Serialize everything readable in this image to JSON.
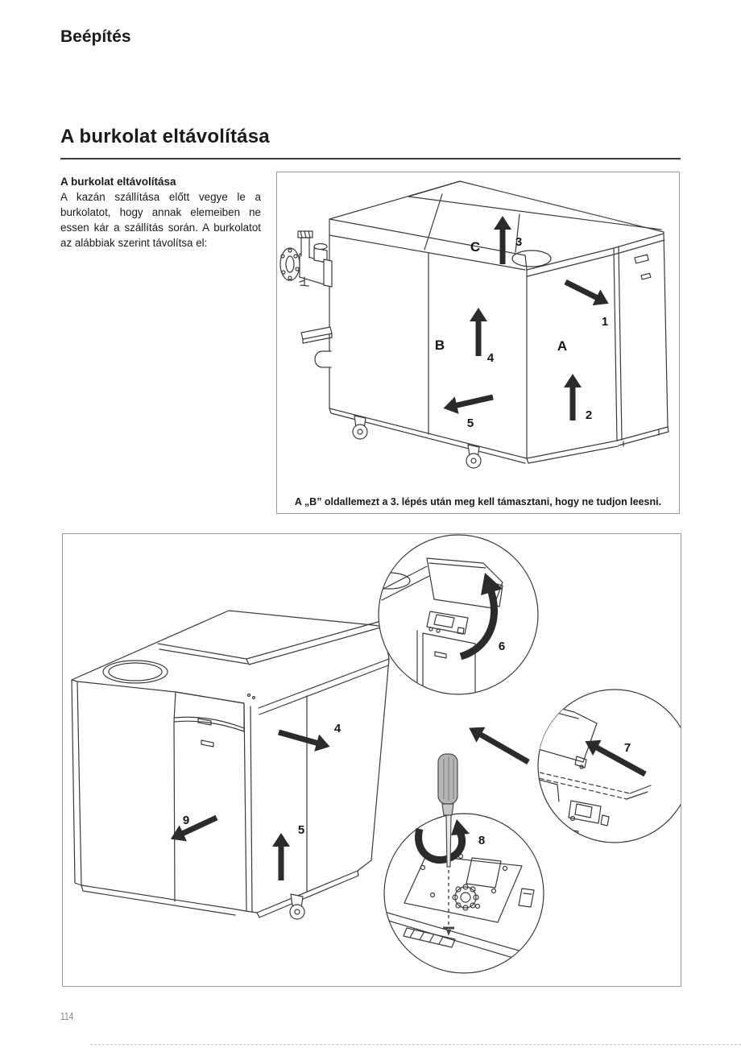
{
  "page": {
    "header": "Beépítés",
    "title": "A burkolat eltávolítása",
    "page_number": "114"
  },
  "intro": {
    "heading": "A burkolat eltávolítása",
    "body": "A kazán szállítása előtt vegye le a burkolatot, hogy annak elemeiben ne essen kár a szállítás során. A burkolatot az alábbiak szerint távolítsa el:"
  },
  "figure1": {
    "caption": "A „B” oldallemezt a 3. lépés után meg kell támasztani, hogy ne tudjon leesni.",
    "panel_a": "A",
    "panel_b": "B",
    "panel_c": "C",
    "step_1": "1",
    "step_2": "2",
    "step_3": "3",
    "step_4": "4",
    "step_5": "5"
  },
  "figure2": {
    "step_4": "4",
    "step_5": "5",
    "step_6": "6",
    "step_7": "7",
    "step_8": "8",
    "step_9": "9"
  },
  "colors": {
    "line": "#3a3a3a",
    "arrow": "#2b2b2b",
    "box_border": "#9b9b9b",
    "rule": "#3c3c3c",
    "page_number": "#878787"
  }
}
